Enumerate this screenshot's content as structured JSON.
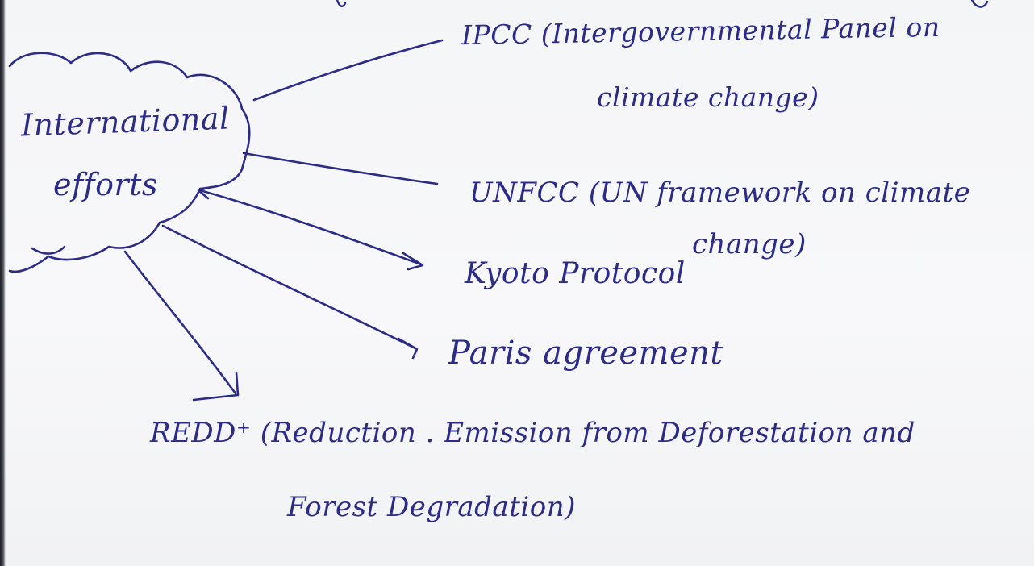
{
  "diagram": {
    "center": {
      "line1": "International",
      "line2": "efforts"
    },
    "branches": [
      {
        "id": "ipcc",
        "line1": "IPCC (Intergovernmental Panel on",
        "line2": "climate change)"
      },
      {
        "id": "unfccc",
        "line1": "UNFCC (UN framework on climate",
        "line2": "change)"
      },
      {
        "id": "kyoto",
        "line1": "Kyoto Protocol"
      },
      {
        "id": "paris",
        "line1": "Paris agreement"
      },
      {
        "id": "redd",
        "line1": "REDD⁺ (Reduction . Emission from Deforestation and",
        "line2": "Forest Degradation)"
      }
    ]
  },
  "colors": {
    "ink": "#2c2c86",
    "paper": "#f5f6f8"
  }
}
